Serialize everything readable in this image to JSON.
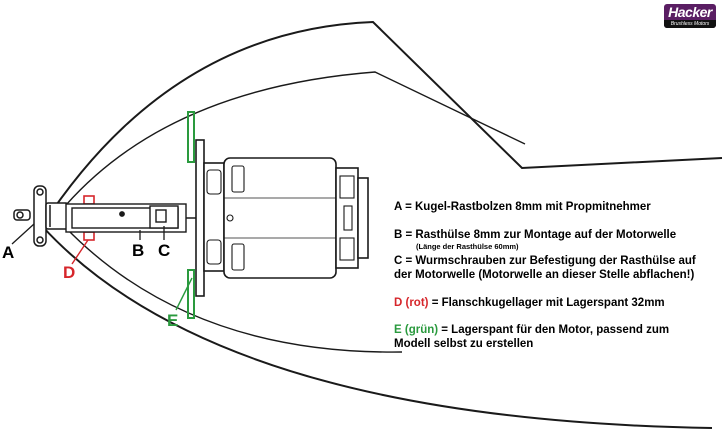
{
  "logo": {
    "brand": "Hacker",
    "tagline": "Brushless Motors"
  },
  "colors": {
    "red": "#d6262b",
    "green": "#2a9a3e",
    "logo_bg": "#5a1e63"
  },
  "labels": {
    "a": "A",
    "b": "B",
    "c": "C",
    "d": "D",
    "e": "E"
  },
  "legend": {
    "a": "A = Kugel-Rastbolzen 8mm mit Propmitnehmer",
    "b_line1": "B = Rasthülse 8mm zur Montage auf der Motorwelle",
    "b_note": "(Länge der Rasthülse 60mm)",
    "c_line1": "C = Wurmschrauben zur Befestigung der Rasthülse auf",
    "c_line2": "der Motorwelle (Motorwelle an dieser Stelle abflachen!)",
    "d_prefix": "D (rot)",
    "d_text": " = Flanschkugellager mit Lagerspant 32mm",
    "e_prefix": "E (grün)",
    "e_text": " = Lagerspant für den Motor, passend zum",
    "e_line2": "Modell selbst zu erstellen"
  }
}
